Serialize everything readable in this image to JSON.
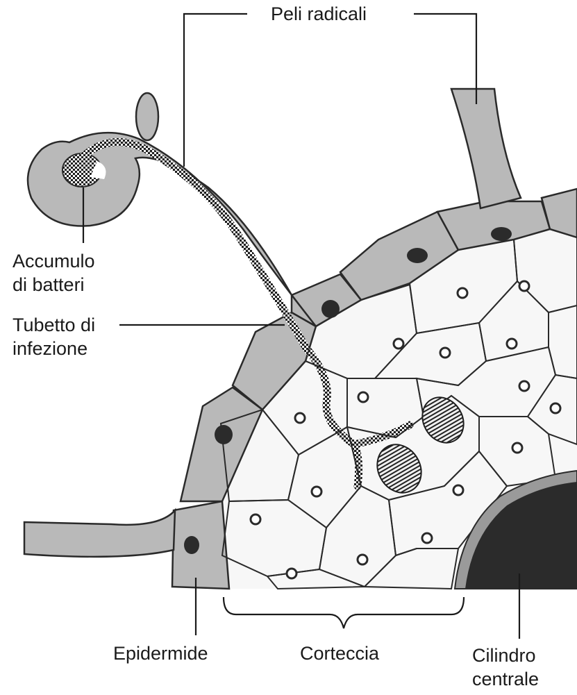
{
  "labels": {
    "root_hairs": "Peli radicali",
    "bacteria_l1": "Accumulo",
    "bacteria_l2": "di batteri",
    "infection_l1": "Tubetto di",
    "infection_l2": "infezione",
    "epidermis": "Epidermide",
    "cortex": "Corteccia",
    "stele_l1": "Cilindro",
    "stele_l2": "centrale"
  },
  "colors": {
    "epidermis_fill": "#b9b9b9",
    "cortex_fill": "#f7f7f7",
    "outline": "#2a2a2a",
    "stele_fill": "#2b2b2b",
    "stele_ring": "#9a9a9a"
  }
}
